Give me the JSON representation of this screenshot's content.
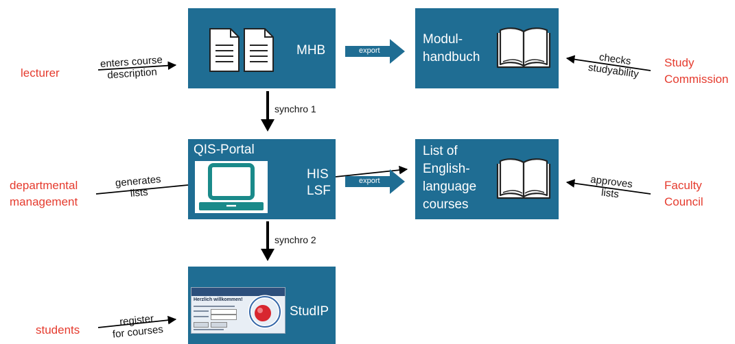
{
  "boxes": {
    "mhb": {
      "label": "MHB"
    },
    "modulhandbuch": {
      "label_line1": "Modul-",
      "label_line2": "handbuch"
    },
    "qis": {
      "title": "QIS-Portal",
      "label_line1": "HIS",
      "label_line2": "LSF"
    },
    "english": {
      "line1": "List of",
      "line2": "English-",
      "line3": "language",
      "line4": "courses"
    },
    "studip": {
      "label": "StudIP",
      "screenshot_heading": "Herzlich willkommen!"
    }
  },
  "actors": {
    "lecturer": "lecturer",
    "study_commission_line1": "Study",
    "study_commission_line2": "Commission",
    "departmental_line1": "departmental",
    "departmental_line2": "management",
    "faculty_line1": "Faculty",
    "faculty_line2": "Council",
    "students": "students"
  },
  "edges": {
    "lecturer_line1": "enters course",
    "lecturer_line2": "description",
    "checks_line1": "checks",
    "checks_line2": "studyability",
    "generates_line1": "generates",
    "generates_line2": "lists",
    "approves_line1": "approves",
    "approves_line2": "lists",
    "register_line1": "register",
    "register_line2": "for courses",
    "synchro1": "synchro 1",
    "synchro2": "synchro 2",
    "export1": "export",
    "export2": "export"
  },
  "colors": {
    "box": "#1f6d93",
    "actor": "#e53b2e",
    "laptop": "#1a8a8a"
  }
}
